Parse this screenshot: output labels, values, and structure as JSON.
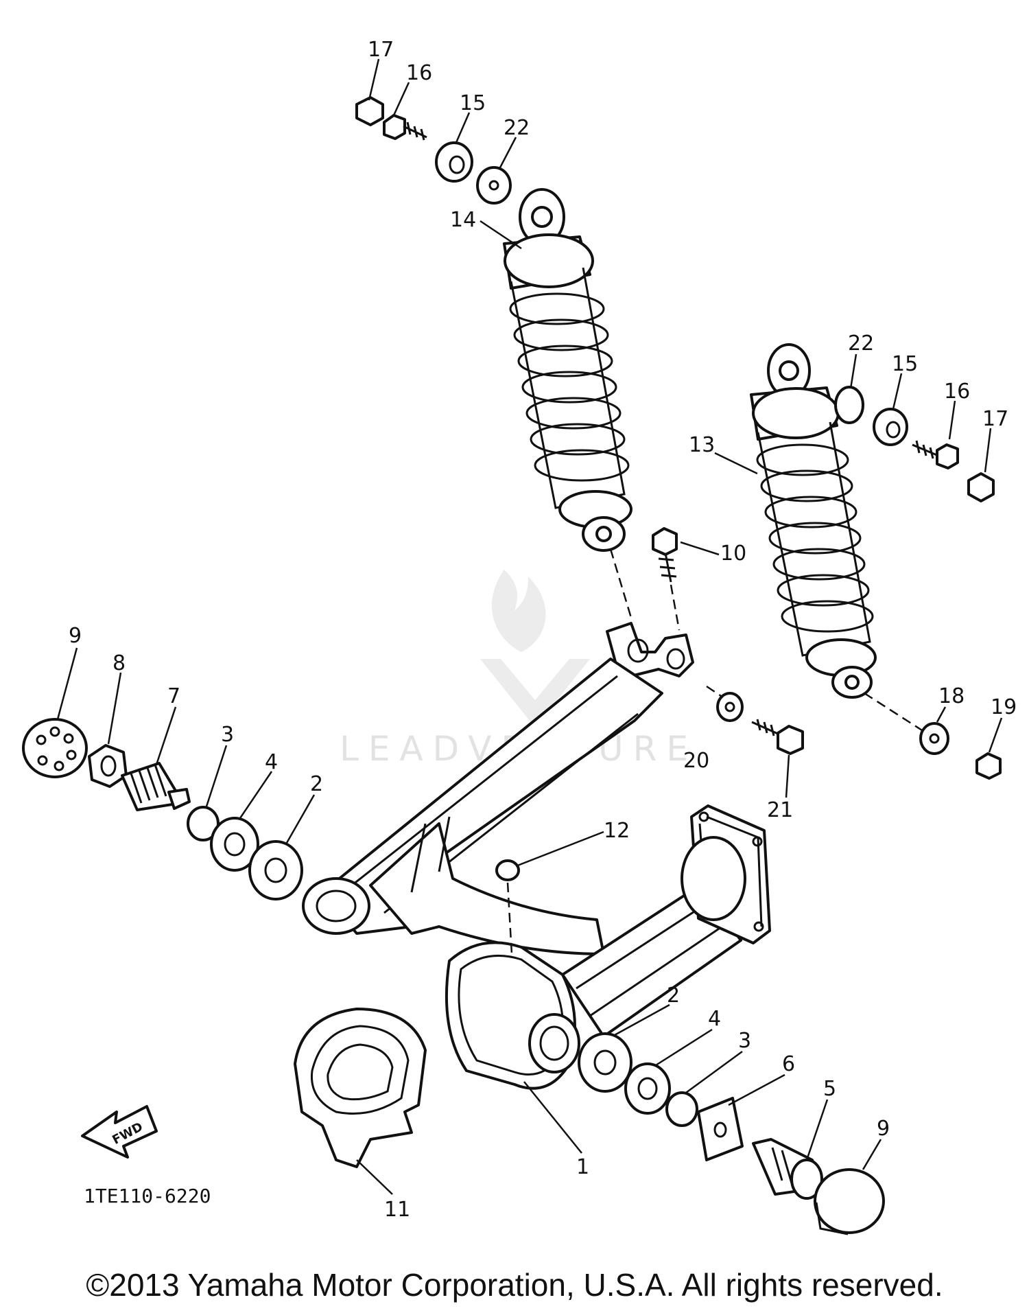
{
  "diagram": {
    "code": "1TE110-6220",
    "fwd_label": "FWD",
    "watermark": "LEADVENTURE",
    "callouts": {
      "c17a": "17",
      "c16a": "16",
      "c15a": "15",
      "c22a": "22",
      "c14": "14",
      "c22b": "22",
      "c15b": "15",
      "c16b": "16",
      "c17b": "17",
      "c13": "13",
      "c10": "10",
      "c9a": "9",
      "c8": "8",
      "c7": "7",
      "c3a": "3",
      "c4a": "4",
      "c2a": "2",
      "c18": "18",
      "c19": "19",
      "c20": "20",
      "c21": "21",
      "c12": "12",
      "c2b": "2",
      "c4b": "4",
      "c3b": "3",
      "c6": "6",
      "c5": "5",
      "c9b": "9",
      "c1": "1",
      "c11": "11"
    }
  },
  "footer": {
    "copyright": "©2013 Yamaha Motor Corporation, U.S.A. All rights reserved."
  }
}
